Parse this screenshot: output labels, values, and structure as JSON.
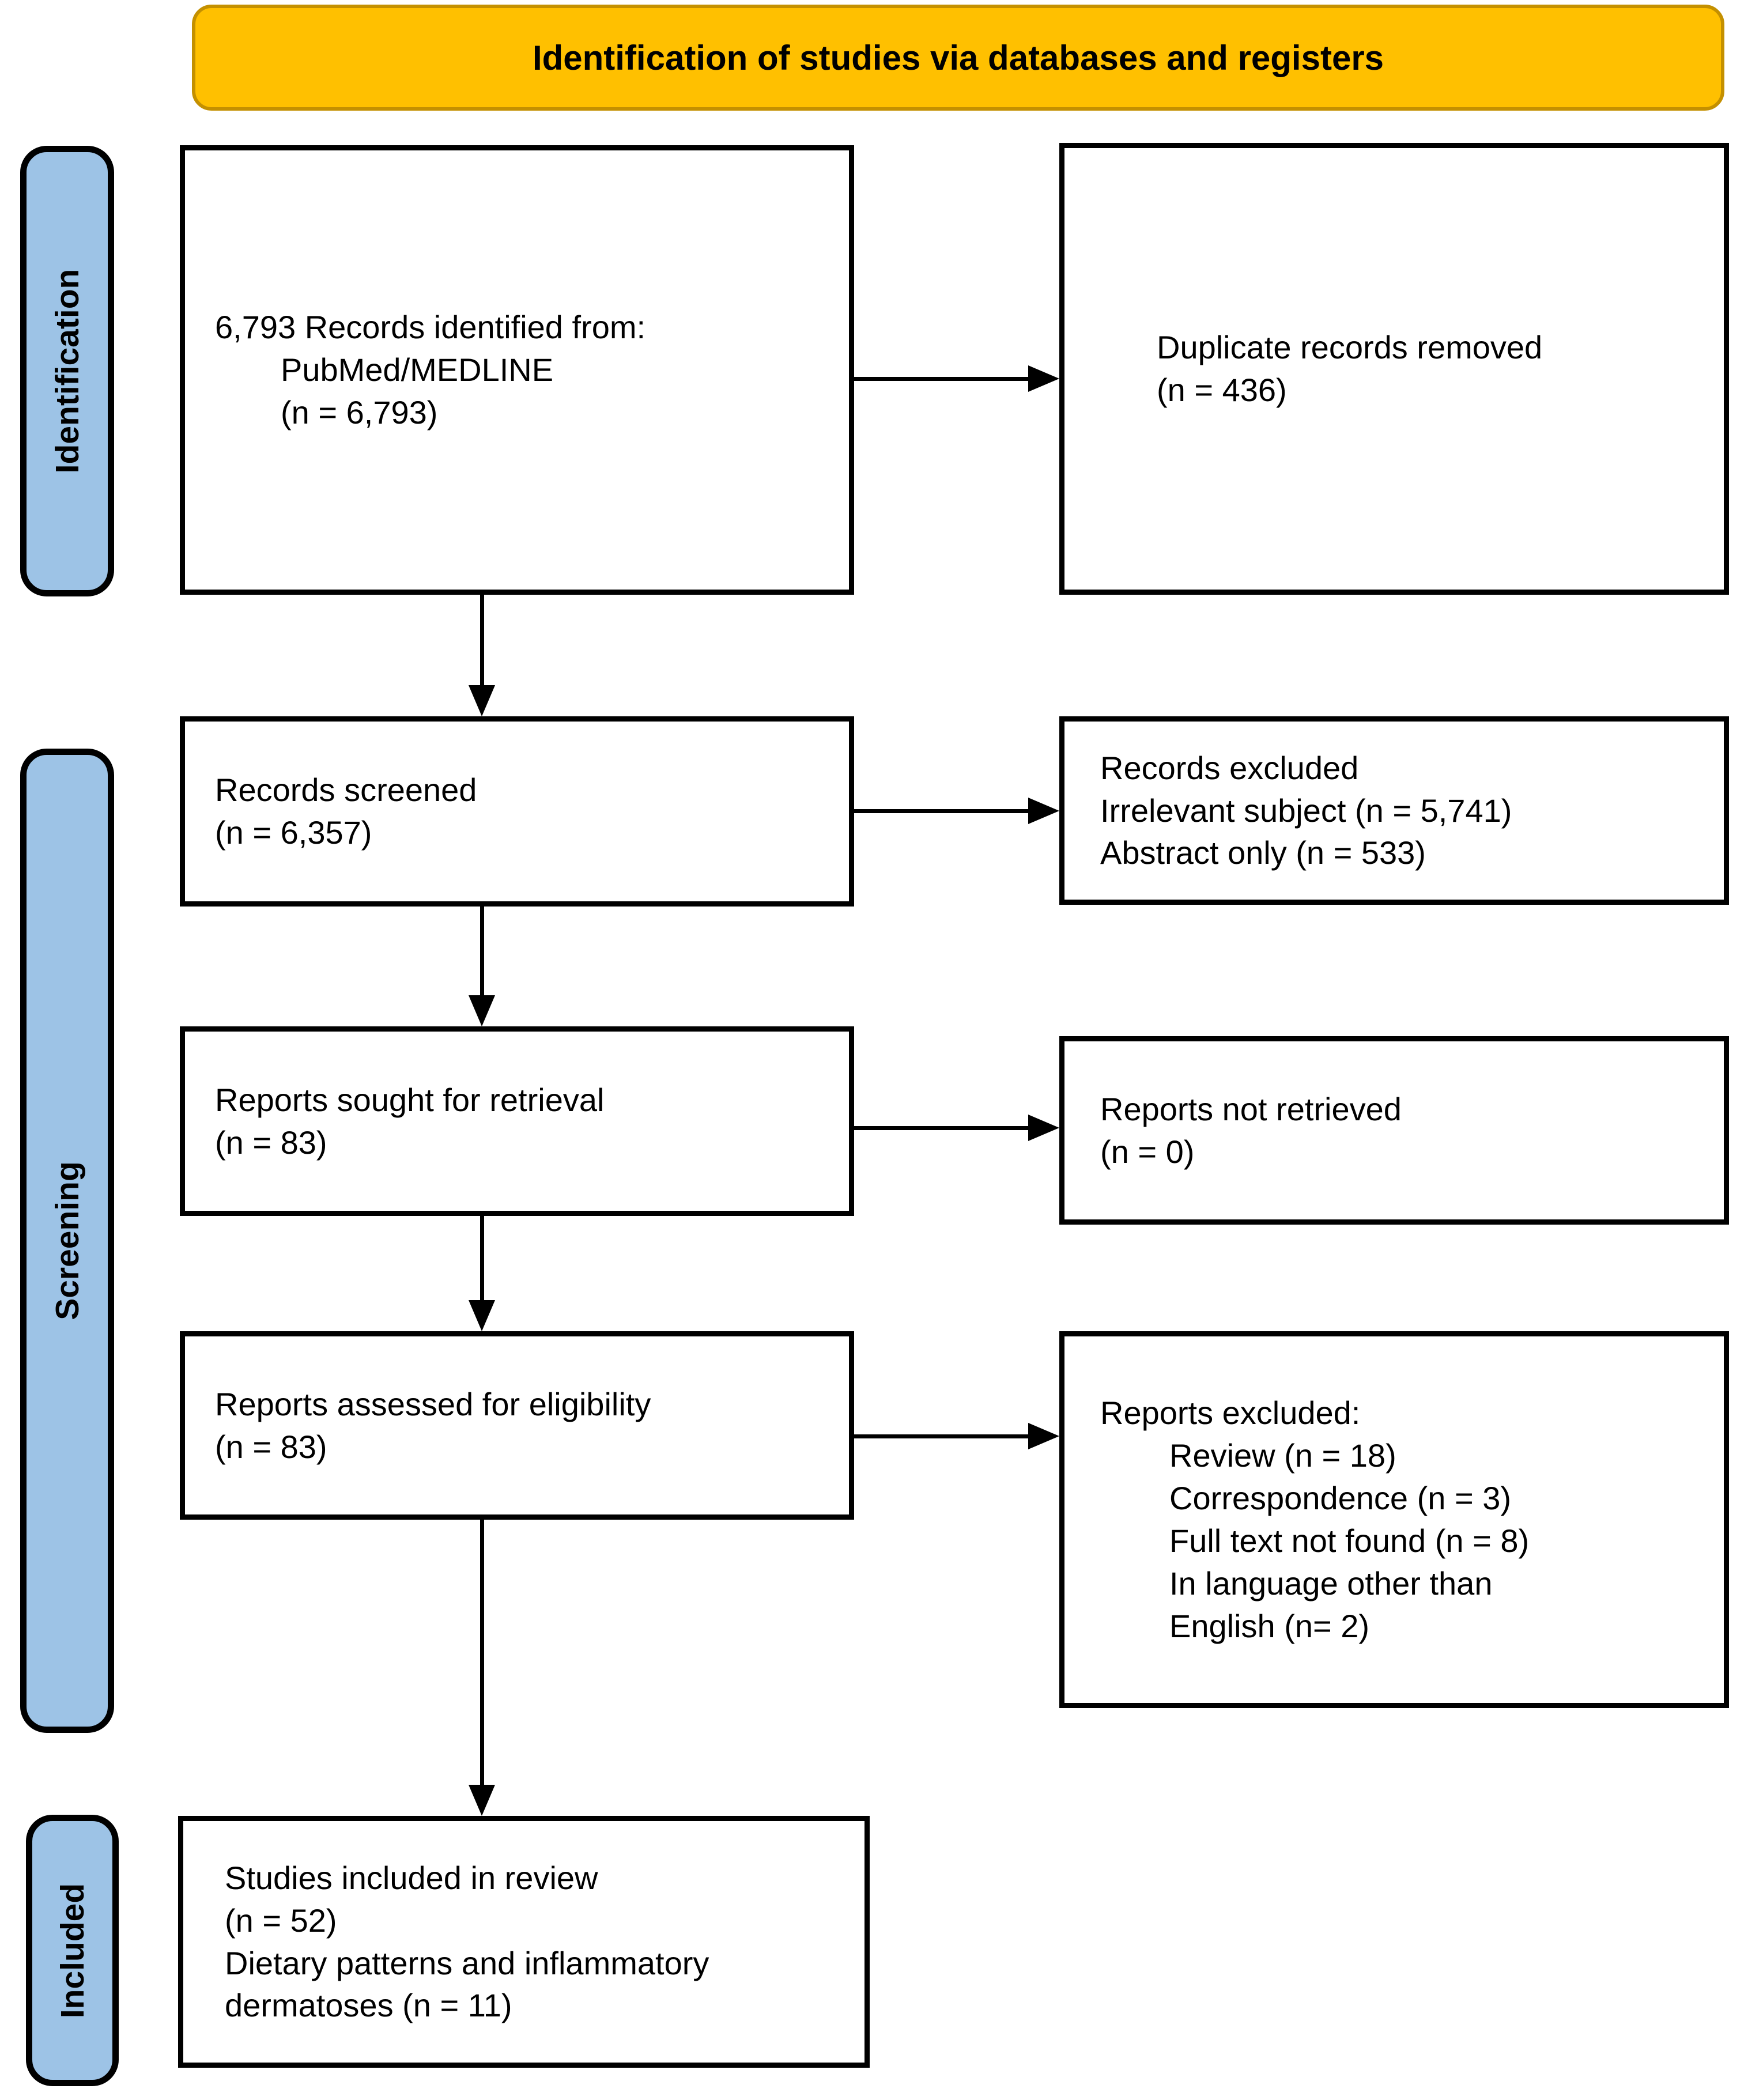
{
  "header": {
    "title": "Identification of studies via databases and registers"
  },
  "stages": {
    "identification": "Identification",
    "screening": "Screening",
    "included": "Included"
  },
  "boxes": {
    "records_identified": {
      "lines": [
        "6,793 Records identified from:",
        "PubMed/MEDLINE",
        "(n = 6,793)"
      ]
    },
    "duplicates_removed": {
      "lines": [
        "Duplicate records removed",
        "(n = 436)"
      ]
    },
    "records_screened": {
      "lines": [
        "Records screened",
        "(n = 6,357)"
      ]
    },
    "records_excluded": {
      "lines": [
        "Records excluded",
        "Irrelevant subject (n = 5,741)",
        "Abstract only (n = 533)"
      ]
    },
    "reports_sought": {
      "lines": [
        "Reports sought for retrieval",
        "(n = 83)"
      ]
    },
    "reports_not_retrieved": {
      "lines": [
        "Reports not retrieved",
        "(n = 0)"
      ]
    },
    "reports_assessed": {
      "lines": [
        "Reports assessed for eligibility",
        "(n = 83)"
      ]
    },
    "reports_excluded": {
      "lines": [
        "Reports excluded:",
        "Review (n = 18)",
        "Correspondence (n = 3)",
        "Full text not found (n = 8)",
        "In language other than",
        "English (n= 2)"
      ]
    },
    "studies_included": {
      "lines": [
        "Studies included in review",
        "(n = 52)",
        "Dietary patterns and inflammatory",
        "dermatoses (n = 11)"
      ]
    }
  },
  "colors": {
    "banner_bg": "#FFC000",
    "banner_border": "#C49000",
    "stage_bg": "#9DC3E6",
    "box_border": "#000000",
    "text": "#000000"
  }
}
